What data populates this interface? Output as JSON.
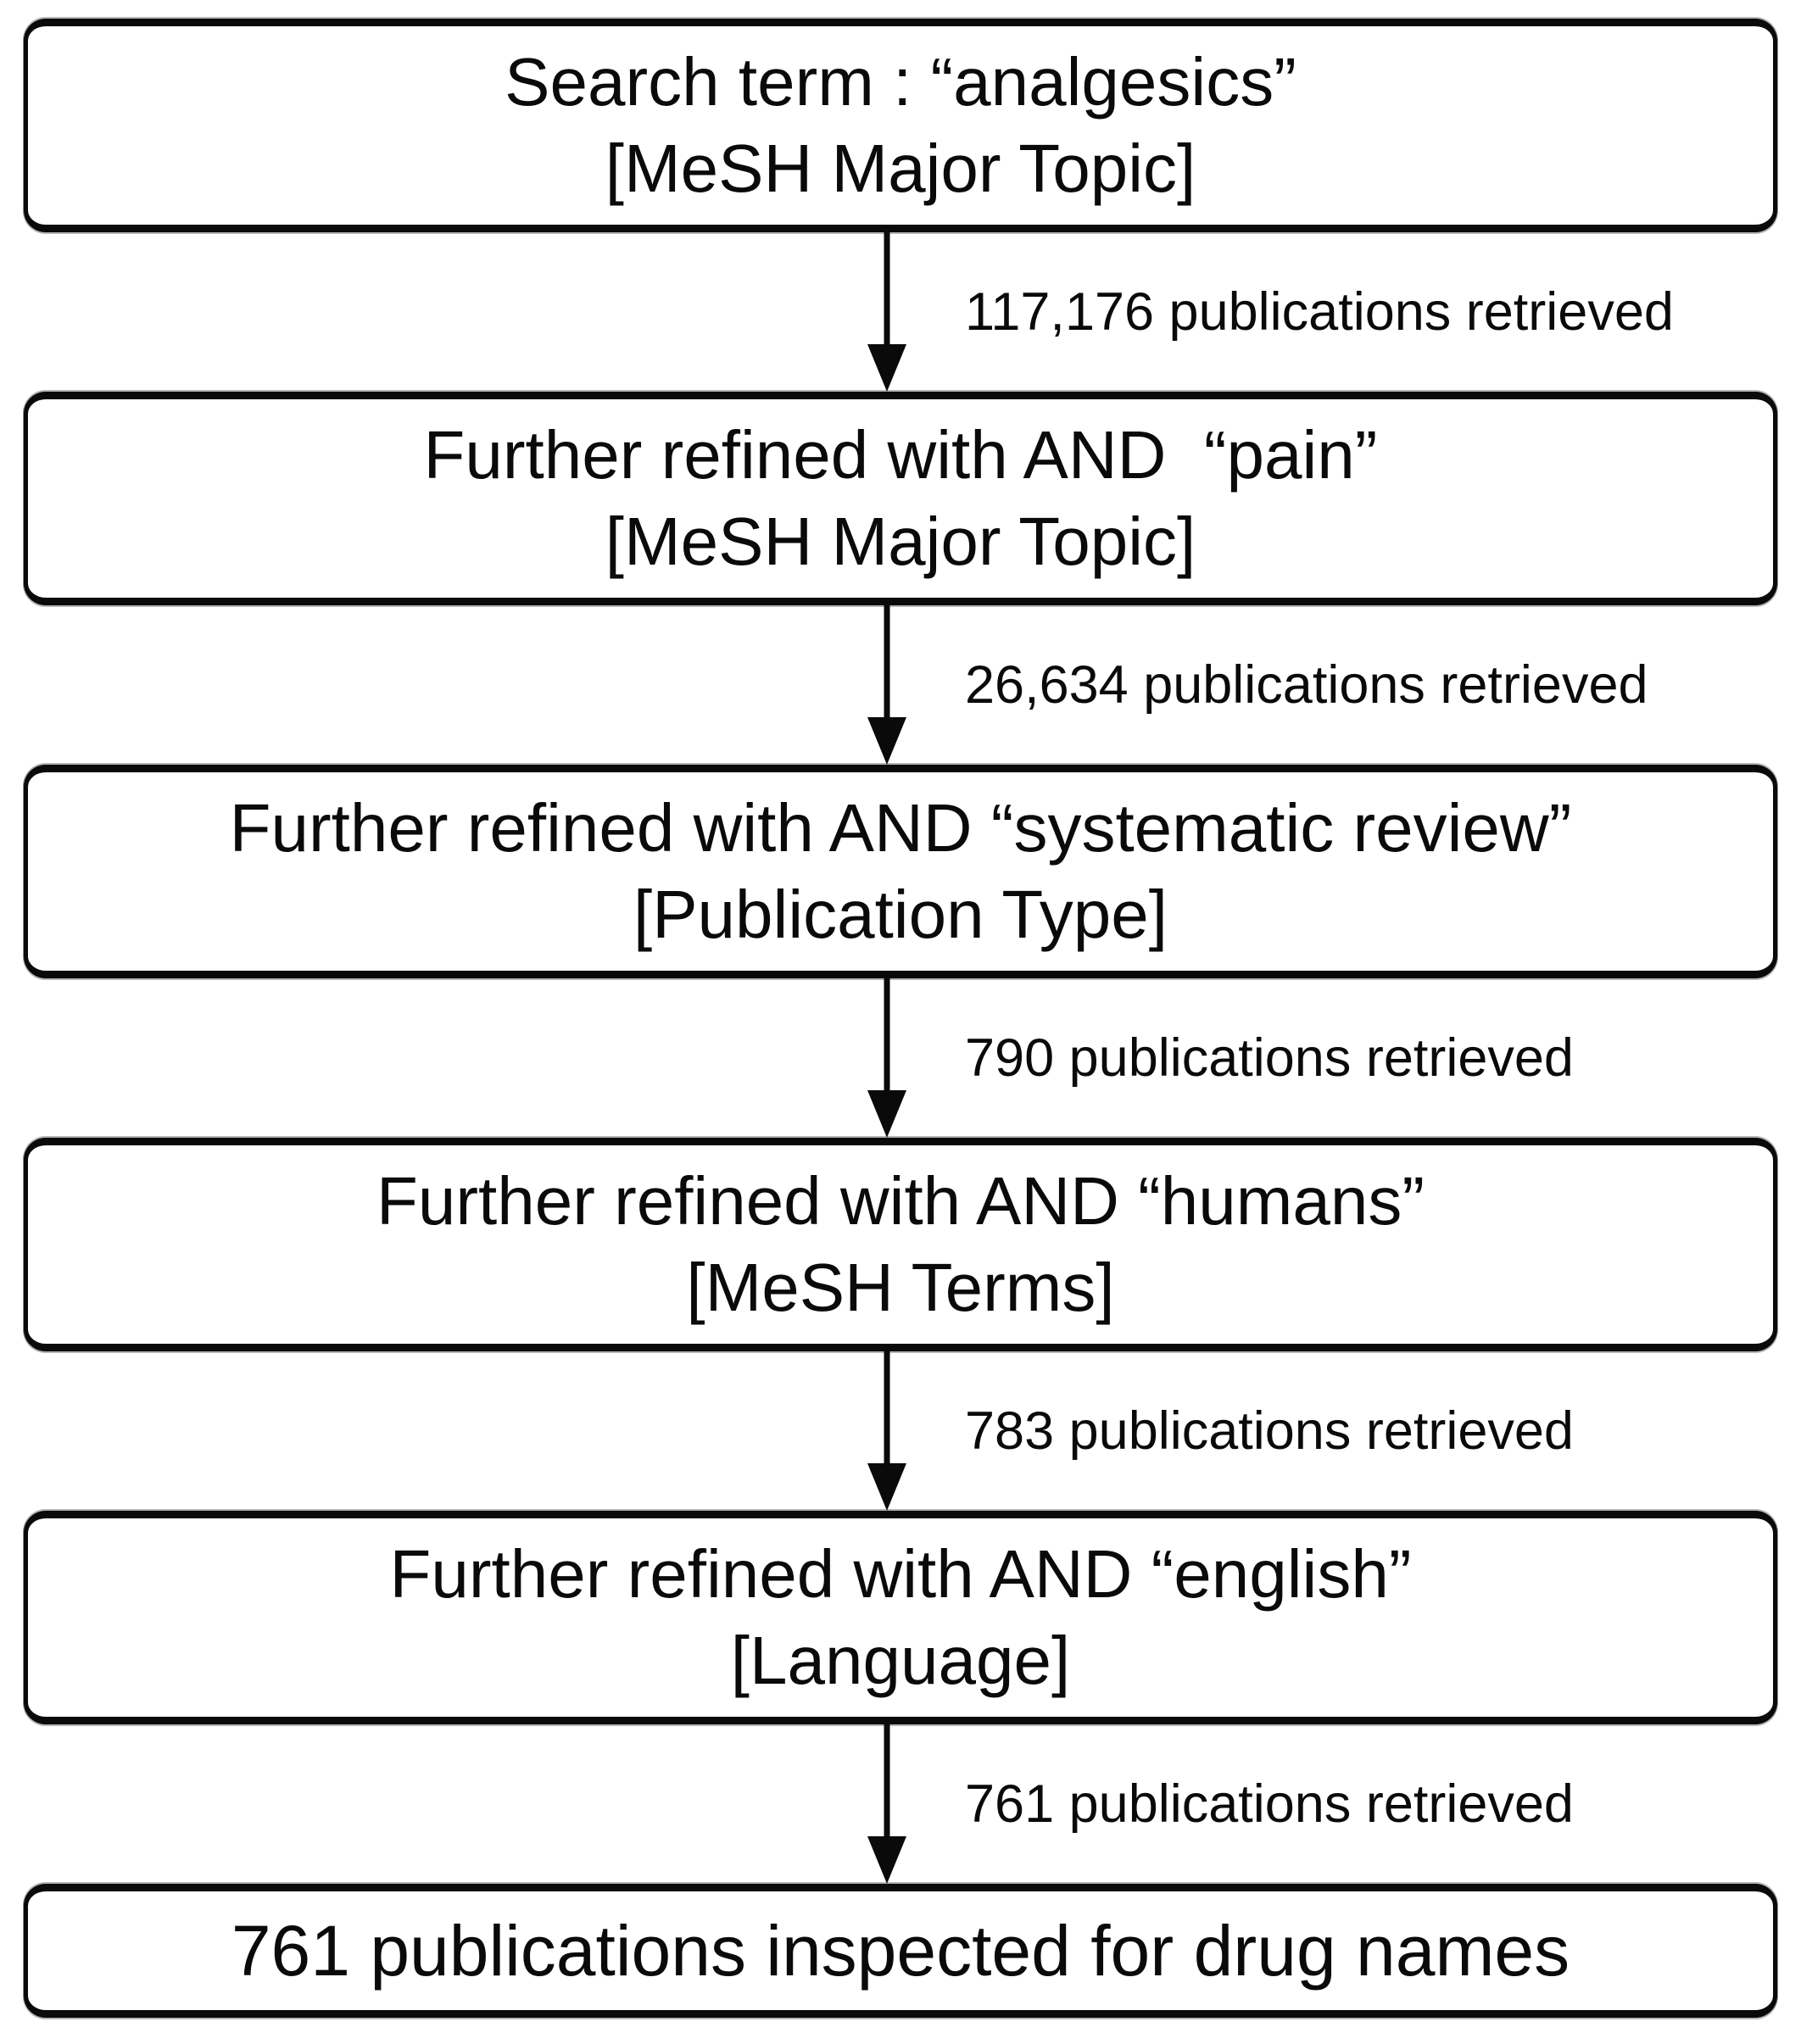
{
  "figure": {
    "type": "flowchart",
    "direction": "top-down",
    "description": "Literature search refinement flow"
  },
  "colors": {
    "background": "#ffffff",
    "box_fill": "#ffffff",
    "box_border": "#0a0a0a",
    "text": "#0a0a0a",
    "arrow": "#0a0a0a"
  },
  "flowchart": {
    "steps": [
      {
        "line1": "Search term : “analgesics”",
        "line2": "[MeSH Major Topic]",
        "arrow_label": "117,176 publications retrieved"
      },
      {
        "line1": "Further refined with AND  “pain”",
        "line2": "[MeSH Major Topic]",
        "arrow_label": "26,634 publications retrieved"
      },
      {
        "line1": "Further refined with AND “systematic review”",
        "line2": "[Publication Type]",
        "arrow_label": "790 publications retrieved"
      },
      {
        "line1": "Further refined with AND “humans”",
        "line2": "[MeSH Terms]",
        "arrow_label": "783 publications retrieved"
      },
      {
        "line1": "Further refined with AND “english”",
        "line2": "[Language]",
        "arrow_label": "761 publications retrieved"
      }
    ],
    "final_box": {
      "line1": "761 publications inspected for drug names"
    }
  }
}
